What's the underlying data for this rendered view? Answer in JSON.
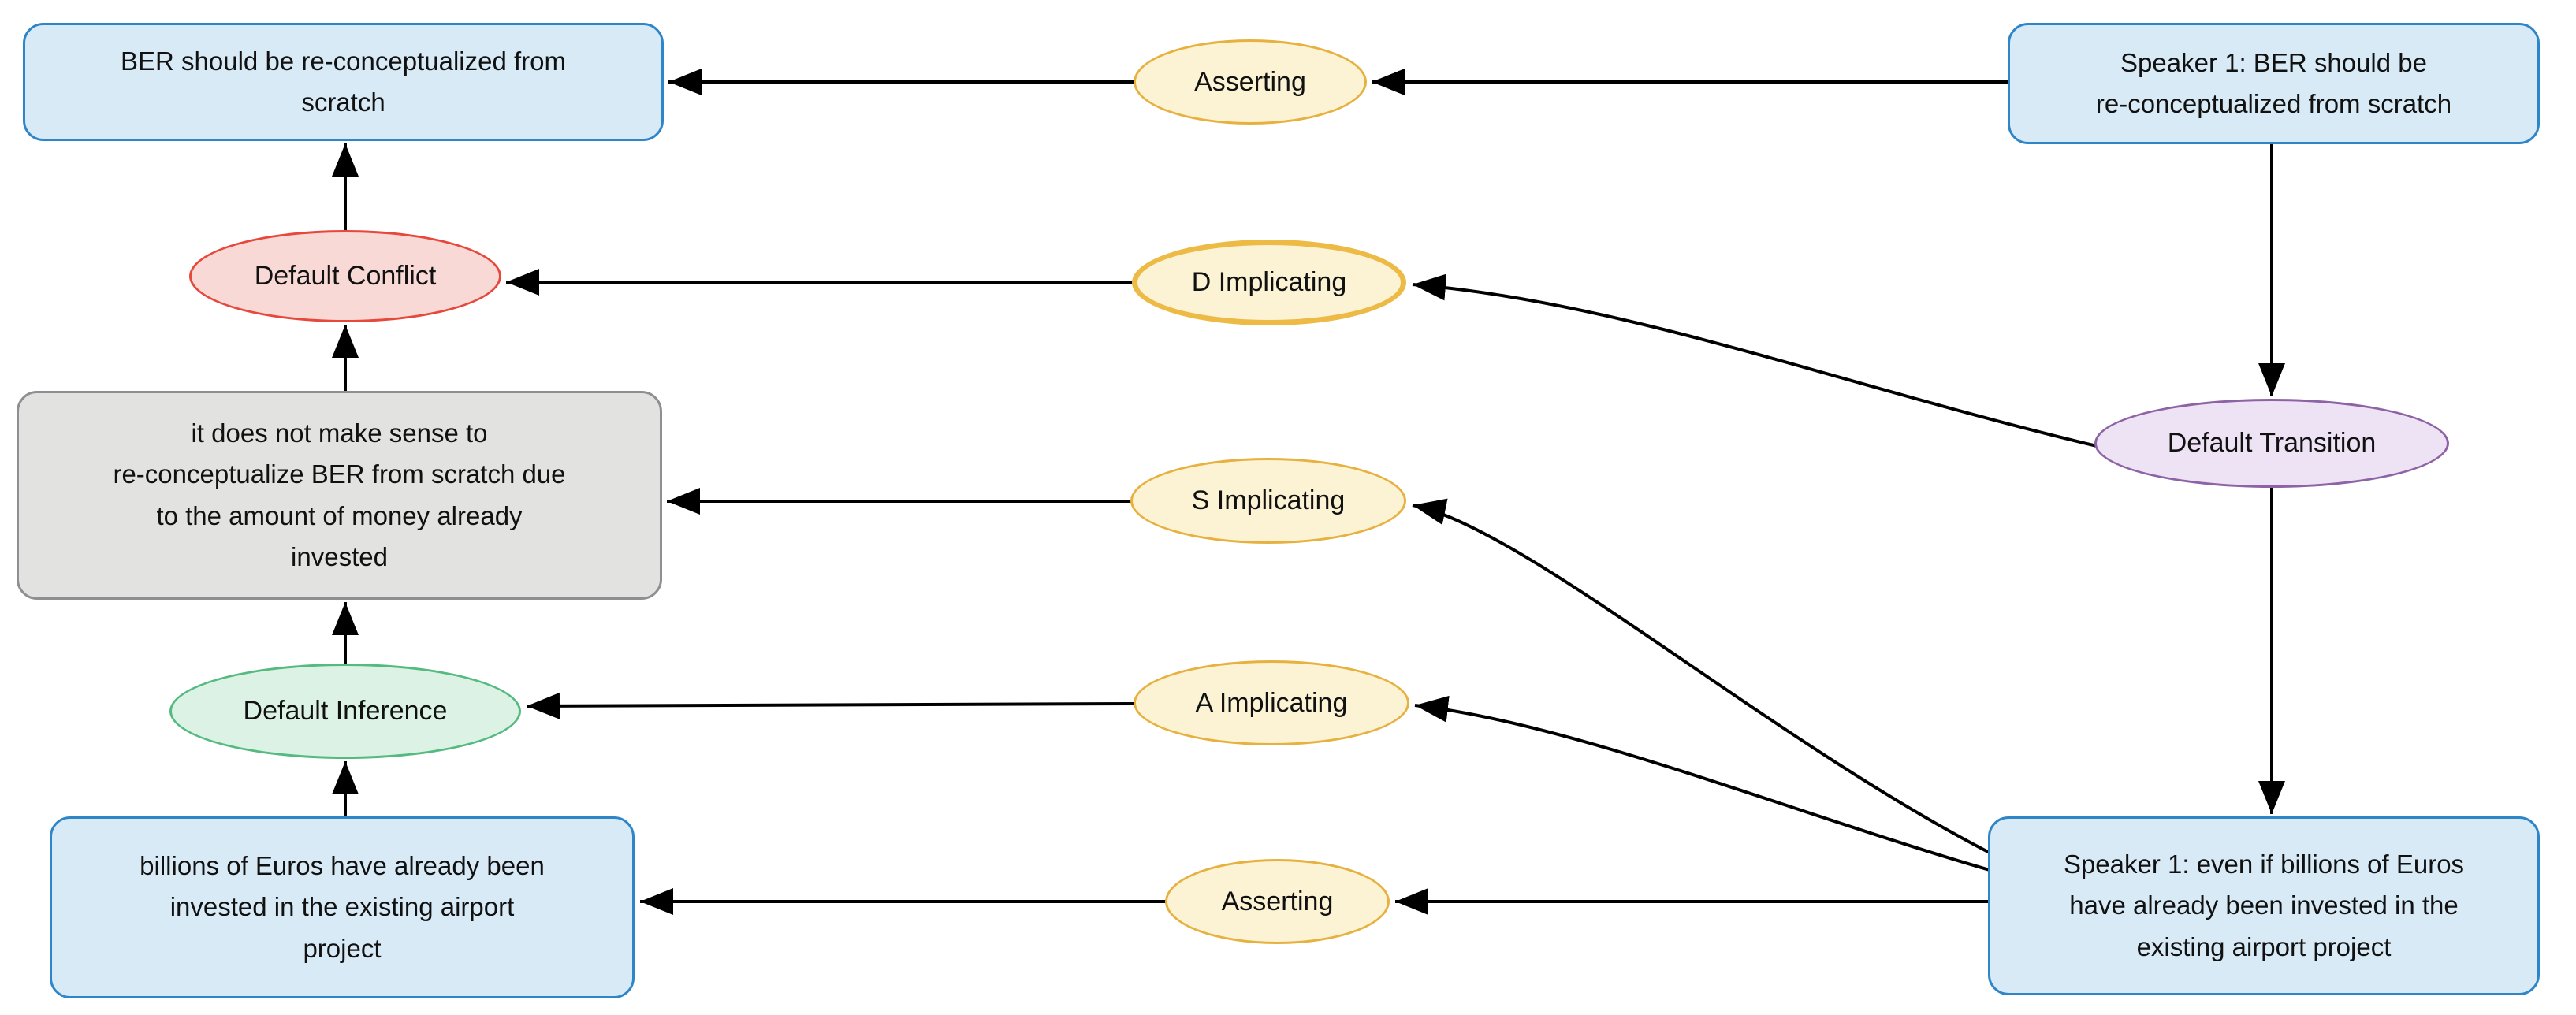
{
  "diagram": {
    "type": "argument-map",
    "nodes": {
      "ber_claim": {
        "label": "BER should be re-conceptualized from\nscratch",
        "kind": "statement"
      },
      "default_conflict": {
        "label": "Default Conflict",
        "kind": "conflict"
      },
      "no_sense_claim": {
        "label": "it does not make sense to\nre-conceptualize BER from scratch due\nto the amount of money already\ninvested",
        "kind": "statement"
      },
      "default_inference": {
        "label": "Default Inference",
        "kind": "inference"
      },
      "billions_claim": {
        "label": "billions of Euros have already been\ninvested in the existing airport\nproject",
        "kind": "statement"
      },
      "asserting_top": {
        "label": "Asserting",
        "kind": "illocution"
      },
      "d_implicating": {
        "label": "D Implicating",
        "kind": "illocution"
      },
      "s_implicating": {
        "label": "S Implicating",
        "kind": "illocution"
      },
      "a_implicating": {
        "label": "A Implicating",
        "kind": "illocution"
      },
      "asserting_bottom": {
        "label": "Asserting",
        "kind": "illocution"
      },
      "speaker1_locution_top": {
        "label": "Speaker 1: BER should be\nre-conceptualized from scratch",
        "kind": "locution"
      },
      "default_transition": {
        "label": "Default Transition",
        "kind": "transition"
      },
      "speaker1_locution_bottom": {
        "label": "Speaker 1: even if billions of Euros\nhave already been invested in the\nexisting airport project",
        "kind": "locution"
      }
    },
    "edges": [
      {
        "from": "asserting_top",
        "to": "ber_claim"
      },
      {
        "from": "speaker1_locution_top",
        "to": "asserting_top"
      },
      {
        "from": "d_implicating",
        "to": "default_conflict"
      },
      {
        "from": "default_transition",
        "to": "d_implicating"
      },
      {
        "from": "s_implicating",
        "to": "no_sense_claim"
      },
      {
        "from": "a_implicating",
        "to": "default_inference"
      },
      {
        "from": "asserting_bottom",
        "to": "billions_claim"
      },
      {
        "from": "speaker1_locution_bottom",
        "to": "asserting_bottom"
      },
      {
        "from": "speaker1_locution_bottom",
        "to": "a_implicating"
      },
      {
        "from": "speaker1_locution_bottom",
        "to": "s_implicating"
      },
      {
        "from": "speaker1_locution_top",
        "to": "default_transition"
      },
      {
        "from": "default_transition",
        "to": "speaker1_locution_bottom"
      },
      {
        "from": "default_conflict",
        "to": "ber_claim"
      },
      {
        "from": "no_sense_claim",
        "to": "default_conflict"
      },
      {
        "from": "default_inference",
        "to": "no_sense_claim"
      },
      {
        "from": "billions_claim",
        "to": "default_inference"
      }
    ],
    "colors": {
      "statement_fill": "#d9eaf7",
      "statement_border": "#2e86c9",
      "illocution_fill": "#fcf3d5",
      "illocution_border": "#e7b140",
      "conflict_fill": "#f9d9d6",
      "conflict_border": "#e6483c",
      "inference_fill": "#dbf2e5",
      "inference_border": "#54ba80",
      "transition_fill": "#eee3f4",
      "transition_border": "#8e63a5",
      "reformulation_fill": "#e2e2e1",
      "reformulation_border": "#8e8f91",
      "arrow": "#000000"
    }
  }
}
